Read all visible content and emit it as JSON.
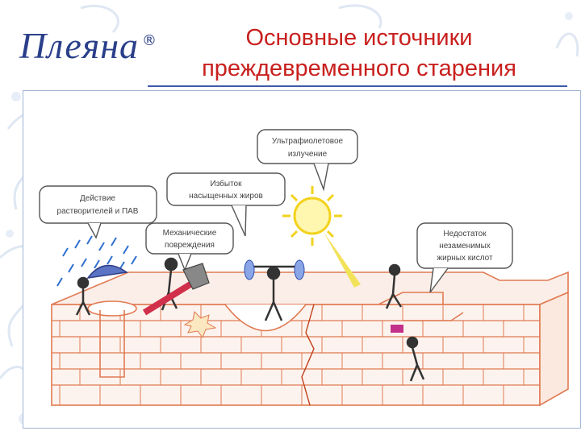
{
  "header": {
    "logo_text": "Плеяна",
    "logo_mark": "®",
    "title_line1": "Основные источники",
    "title_line2": "преждевременного старения"
  },
  "illustration": {
    "bubbles": {
      "solvents": [
        "Действие",
        "растворителей и ПАВ"
      ],
      "saturated": [
        "Избыток",
        "насыщенных жиров"
      ],
      "uv": [
        "Ультрафиолетовое",
        "излучение"
      ],
      "mechanical": [
        "Механические",
        "повреждения"
      ],
      "deficit": [
        "Недостаток",
        "незаменимых",
        "жирных кислот"
      ]
    }
  },
  "colors": {
    "title": "#c8201e",
    "logo": "#2a3f8a",
    "brick": "#e07a52",
    "rain": "#2f6fd0",
    "sun": "#f2d21c",
    "frame": "#3c5aa8"
  }
}
